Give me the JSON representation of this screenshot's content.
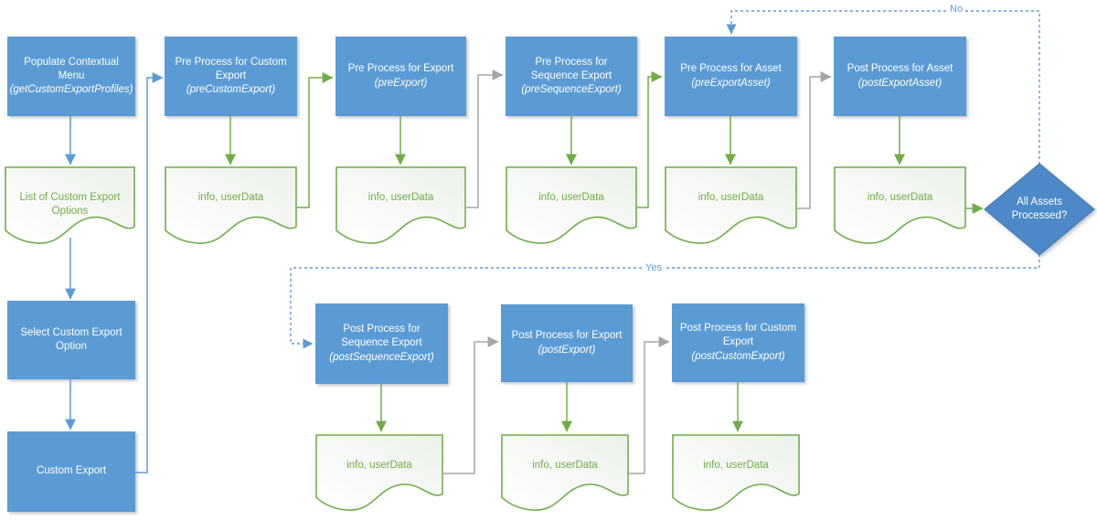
{
  "colors": {
    "process_fill": "#5B9BD5",
    "decision_fill": "#4D89C8",
    "document_border": "#70AD47",
    "document_text": "#70AD47",
    "connector_blue": "#5B9BD5",
    "connector_green": "#70AD47",
    "connector_gray": "#A6A6A6",
    "dashed_blue": "#5B9BD5"
  },
  "nodes": {
    "populate_contextual_menu": {
      "title": "Populate Contextual Menu",
      "func": "(getCustomExportProfiles)"
    },
    "list_custom_export_options": {
      "label": "List of Custom Export Options"
    },
    "select_custom_export_option": {
      "label": "Select Custom Export Option"
    },
    "custom_export": {
      "label": "Custom Export"
    },
    "pre_process_custom_export": {
      "title": "Pre Process for Custom Export",
      "func": "(preCustomExport)"
    },
    "pre_process_export": {
      "title": "Pre Process for Export",
      "func": "(preExport)"
    },
    "pre_process_sequence_export": {
      "title": "Pre Process for Sequence Export",
      "func": "(preSequenceExport)"
    },
    "pre_process_asset": {
      "title": "Pre Process for Asset",
      "func": "(preExportAsset)"
    },
    "post_process_asset": {
      "title": "Post Process for Asset",
      "func": "(postExportAsset)"
    },
    "decision_all_assets_processed": {
      "label": "All Assets Processed?"
    },
    "post_process_sequence_export": {
      "title": "Post Process for Sequence Export",
      "func": "(postSequenceExport)"
    },
    "post_process_export": {
      "title": "Post Process for Export",
      "func": "(postExport)"
    },
    "post_process_custom_export": {
      "title": "Post Process for Custom Export",
      "func": "(postCustomExport)"
    },
    "document_output": {
      "label": "info, userData"
    }
  },
  "edge_labels": {
    "no": "No",
    "yes": "Yes"
  }
}
